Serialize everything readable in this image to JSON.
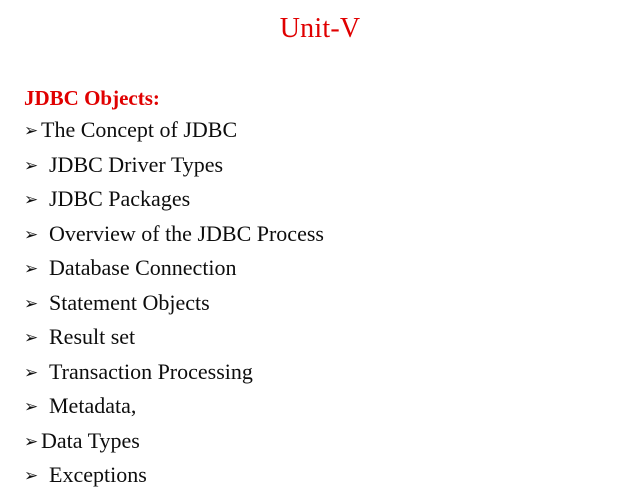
{
  "slide": {
    "title": "Unit-V",
    "title_color": "#e00000",
    "background_color": "#ffffff",
    "body_text_color": "#0d0d0d",
    "heading": "JDBC Objects:",
    "heading_color": "#e00000",
    "bullet_glyph": "➢",
    "bullet_icon_name": "arrowhead-bullet-icon",
    "items": [
      {
        "label": "The Concept of JDBC",
        "spacing": "tight"
      },
      {
        "label": "JDBC Driver Types",
        "spacing": "loose"
      },
      {
        "label": "JDBC Packages",
        "spacing": "loose"
      },
      {
        "label": "Overview of the JDBC Process",
        "spacing": "loose"
      },
      {
        "label": "Database Connection",
        "spacing": "loose"
      },
      {
        "label": "Statement Objects",
        "spacing": "loose"
      },
      {
        "label": "Result set",
        "spacing": "loose"
      },
      {
        "label": "Transaction Processing",
        "spacing": "loose"
      },
      {
        "label": "Metadata,",
        "spacing": "loose"
      },
      {
        "label": "Data Types",
        "spacing": "tight"
      },
      {
        "label": "Exceptions",
        "spacing": "loose"
      }
    ]
  }
}
